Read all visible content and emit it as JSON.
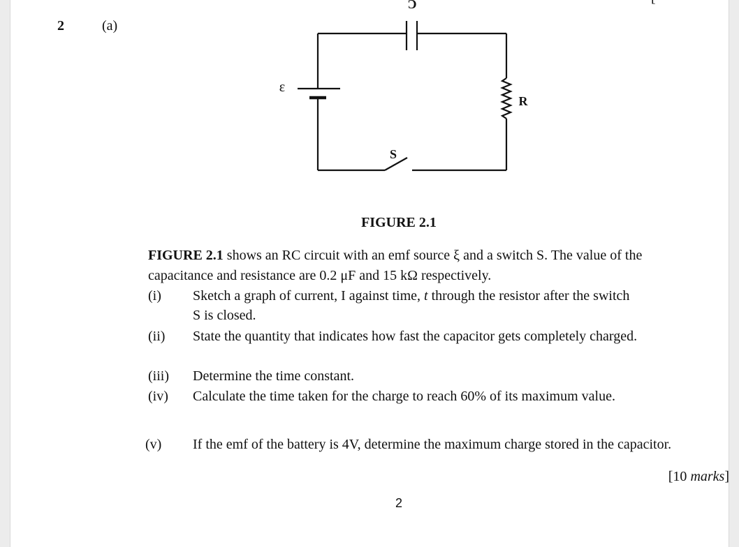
{
  "question": {
    "number": "2",
    "part": "(a)"
  },
  "top_mark_fragment": "[",
  "circuit": {
    "capacitor_label": "C",
    "emf_label": "ε",
    "resistor_label": "R",
    "switch_label": "S"
  },
  "figure_caption": "FIGURE 2.1",
  "intro": {
    "figure_ref": "FIGURE 2.1",
    "text": " shows an RC circuit with an emf source ξ and a switch S. The value of the capacitance and resistance are 0.2 μF and 15 kΩ respectively."
  },
  "items": [
    {
      "num": "(i)",
      "text_before": "Sketch a graph of current, I against time, ",
      "italic": "t",
      "text_after": " through the resistor after the switch S is closed."
    },
    {
      "num": "(ii)",
      "text": "State the quantity that indicates how fast the capacitor gets completely charged."
    },
    {
      "num": "(iii)",
      "text": "Determine the time constant."
    },
    {
      "num": "(iv)",
      "text": "Calculate the time taken for the charge to reach 60% of its maximum value."
    },
    {
      "num": "(v)",
      "text": "If the emf of the battery is 4V, determine the maximum charge stored in the capacitor."
    }
  ],
  "marks": {
    "open": "[10 ",
    "word": "marks",
    "close": "]"
  },
  "page_number": "2"
}
